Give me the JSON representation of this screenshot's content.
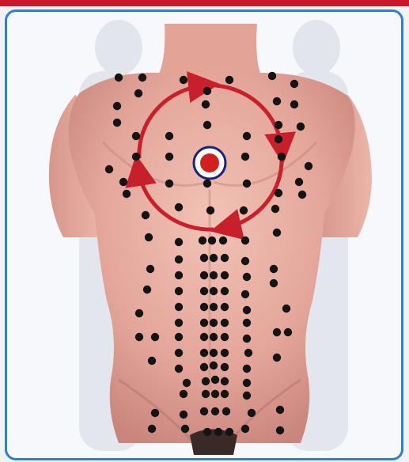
{
  "figure": {
    "type": "acupuncture-point-chart",
    "subject": "male-torso-front",
    "colors": {
      "frame_border": "#2f7fd0",
      "top_band": "#c8182a",
      "skin": "#e6aaa0",
      "skin_shadow": "#c98a80",
      "points": "#141414",
      "arrow": "#c8202a",
      "center_marker_ring": "#1a237e",
      "center_marker_fill": "#d21f1f"
    },
    "icons": [
      "circular-arrow-icon",
      "target-point-icon",
      "acupoint-dot-icon"
    ],
    "arrow_direction": "clockwise"
  }
}
